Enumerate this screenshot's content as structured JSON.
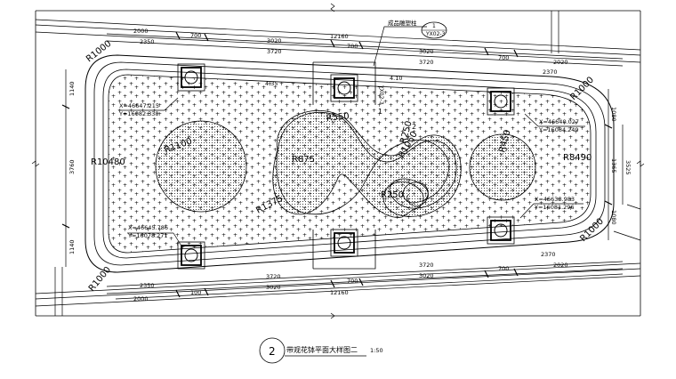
{
  "drawing": {
    "caption": {
      "number": "2",
      "title": "带观花钵平面大样图二",
      "scale": "1:50"
    },
    "callout": {
      "label": "成品雕塑柱",
      "ref_top": "1",
      "ref_bottom": "YX02-3"
    },
    "marks": {
      "side_ref": "YX02-3",
      "elev_a": "4.10",
      "elev_b": "4.35",
      "tag_1": "1",
      "tag_2": "2"
    },
    "dims": {
      "top_total": "12160",
      "top_left_a": "2000",
      "top_left_b": "2350",
      "top_700_a": "700",
      "top_700_b": "700",
      "top_700_c": "700",
      "top_3020_a": "3020",
      "top_3720_a": "3720",
      "top_3020_b": "3020",
      "top_3720_b": "3720",
      "top_2020": "2020",
      "top_2370": "2370",
      "bot_total": "12160",
      "bot_left_a": "2350",
      "bot_left_b": "2000",
      "bot_100": "100",
      "bot_700_a": "700",
      "bot_700_b": "700",
      "bot_3720_a": "3720",
      "bot_3020_a": "3020",
      "bot_3720_b": "3720",
      "bot_3020_b": "3020",
      "bot_2370": "2370",
      "bot_2020": "2020",
      "left_1140_a": "1140",
      "left_3760": "3760",
      "left_1140_b": "1140",
      "right_1080_a": "1080",
      "right_1365": "1365",
      "right_3525": "3525",
      "right_1080_b": "1080"
    },
    "radii": {
      "r_tl": "R1000",
      "r_bl": "R1000",
      "r_tr": "R1000",
      "r_br": "R1000",
      "r_left": "R10480",
      "r_right": "R8490",
      "r_c1": "R1100",
      "r_c2": "R450",
      "r_s1": "R550",
      "r_s2": "R875",
      "r_s3": "R1375",
      "r_s4": "R250",
      "r_s5": "R1050",
      "r_s6": "R250"
    },
    "coords": {
      "c1_x": "X=46647.215",
      "c1_y": "Y=16082.338",
      "c2_x": "X=46645.786",
      "c2_y": "Y=16078.271",
      "c3_x": "X=46640.027",
      "c3_y": "Y=16084.249",
      "c4_x": "X=46638.983",
      "c4_y": "Y=16081.296"
    }
  }
}
